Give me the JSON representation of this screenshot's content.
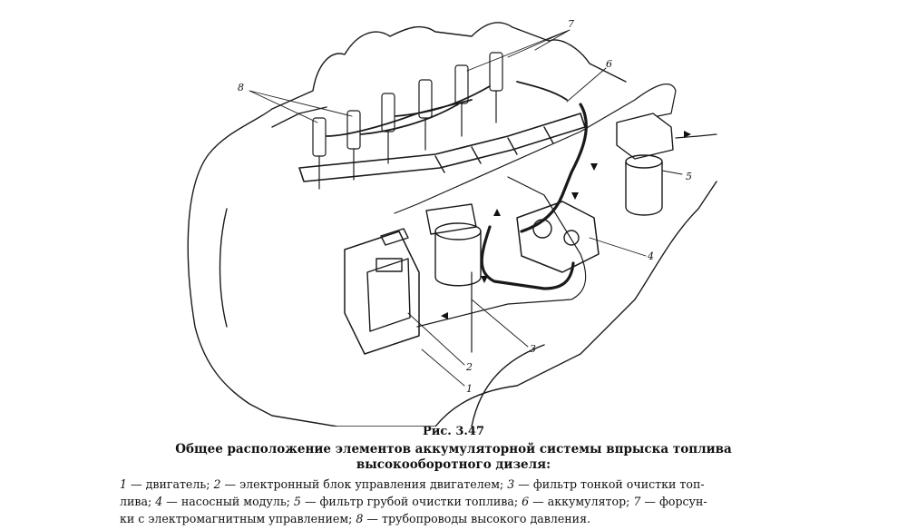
{
  "figure": {
    "number": "Рис. 3.47",
    "title_line1": "Общее расположение элементов аккумуляторной системы впрыска топлива",
    "title_line2": "высокооборотного дизеля:",
    "legend_line1": [
      "1",
      " — двигатель; ",
      "2",
      " — электронный блок управления двигателем; ",
      "3",
      " — фильтр тонкой очистки топ-"
    ],
    "legend_line2": [
      "лива; ",
      "4",
      " — насосный модуль; ",
      "5",
      " — фильтр грубой очистки топлива; ",
      "6",
      " — аккумулятор; ",
      "7",
      " — форсун-"
    ],
    "legend_line3": [
      "ки с электромагнитным управлением; ",
      "8",
      " — трубопроводы высокого давления."
    ]
  },
  "callouts": [
    "1",
    "2",
    "3",
    "4",
    "5",
    "6",
    "7",
    "8"
  ]
}
